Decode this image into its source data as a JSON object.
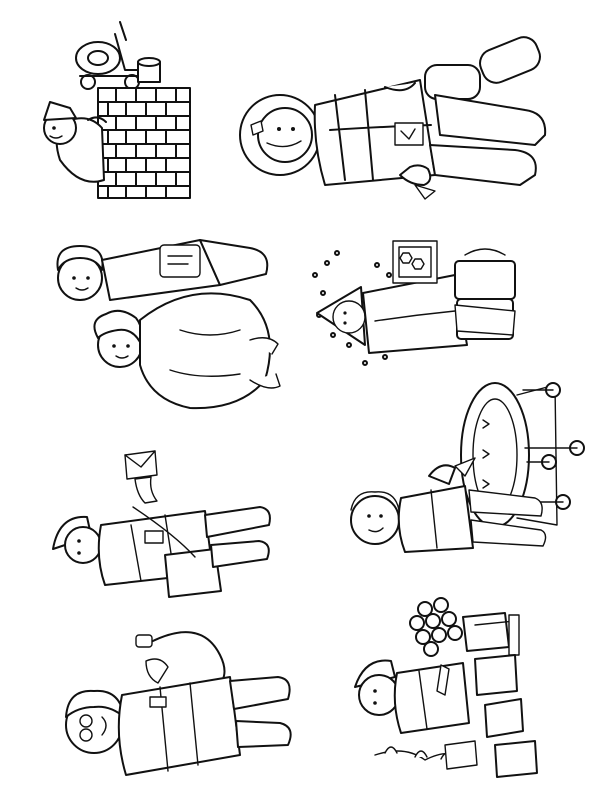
{
  "sheet": {
    "background": "#ffffff",
    "ink": "#111111"
  },
  "figures": [
    {
      "name": "bricklayer",
      "icon": "bricklayer-icon"
    },
    {
      "name": "astronaut",
      "icon": "astronaut-icon"
    },
    {
      "name": "cook",
      "icon": "cook-icon"
    },
    {
      "name": "beekeeper",
      "icon": "beekeeper-icon"
    },
    {
      "name": "mail-carrier",
      "icon": "mail-carrier-icon"
    },
    {
      "name": "baker",
      "icon": "baker-icon"
    },
    {
      "name": "doctor",
      "icon": "doctor-icon"
    },
    {
      "name": "gardener",
      "icon": "gardener-icon"
    }
  ]
}
